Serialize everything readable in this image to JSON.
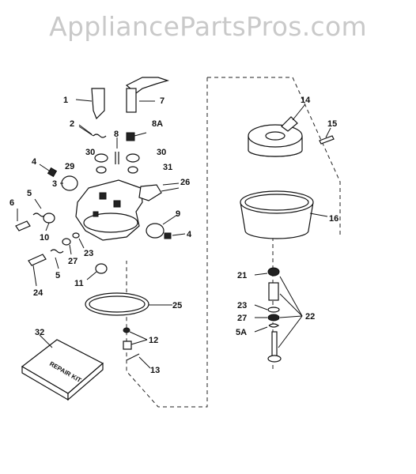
{
  "watermark": "AppliancePartsPros.com",
  "kit_text": "REPAIR KIT",
  "labels": [
    "1",
    "7",
    "2",
    "8",
    "8A",
    "30",
    "30",
    "4",
    "29",
    "31",
    "3",
    "26",
    "5",
    "6",
    "9",
    "4",
    "10",
    "27",
    "23",
    "5",
    "11",
    "24",
    "25",
    "12",
    "13",
    "32",
    "14",
    "15",
    "16",
    "21",
    "23",
    "27",
    "22",
    "5A"
  ]
}
